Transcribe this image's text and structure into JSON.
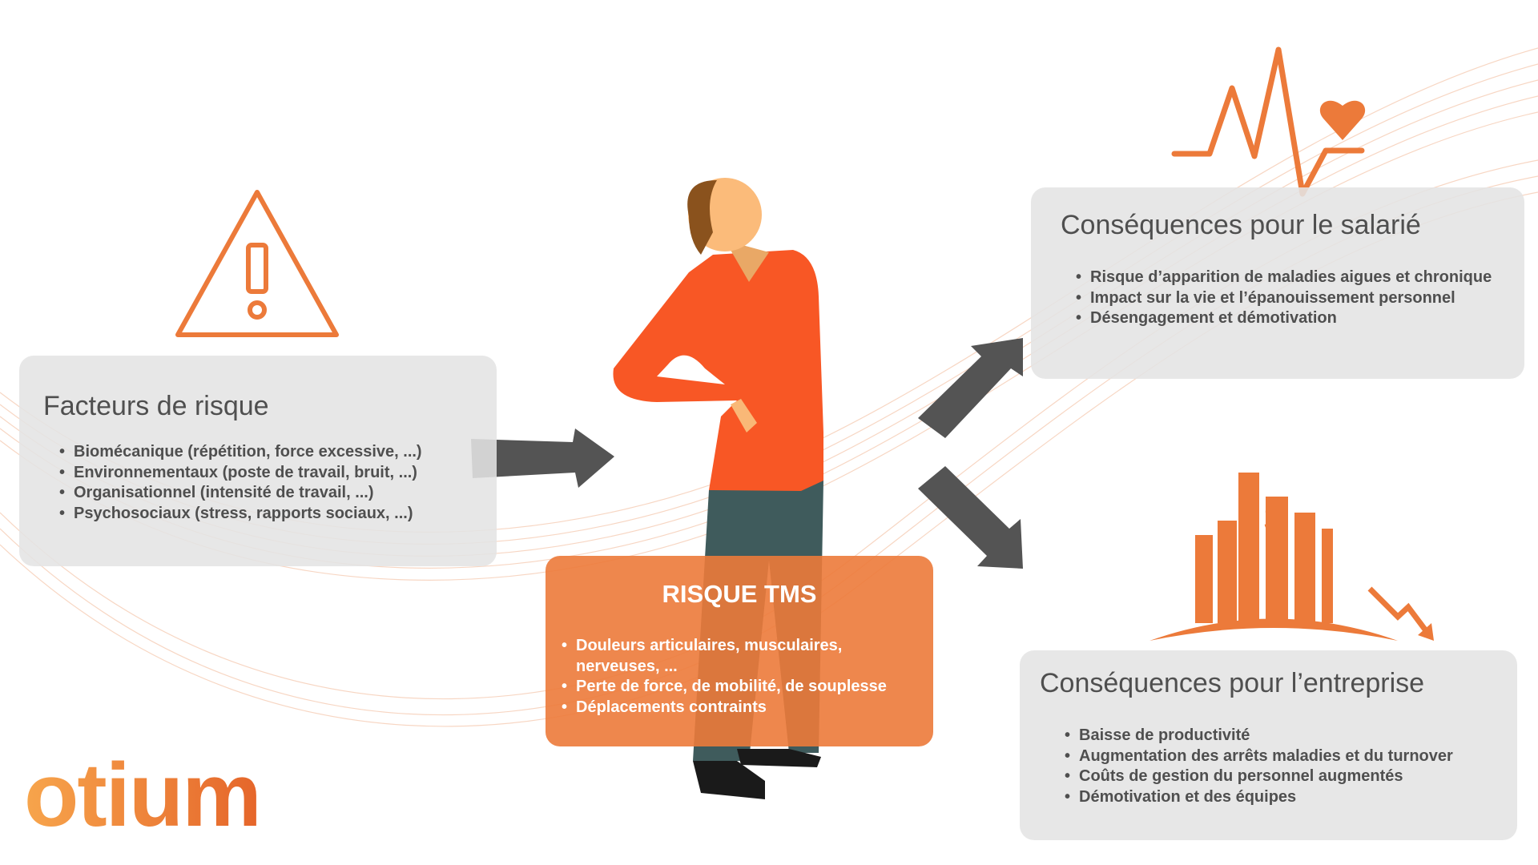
{
  "colors": {
    "accent": "#ec7a3a",
    "box": "#e4e4e4",
    "text": "#4f4f4f",
    "arrow": "#545454",
    "shirt": "#f85725",
    "pants": "#3f5b5c"
  },
  "risk_factors": {
    "title": "Facteurs de risque",
    "icon": "warning-triangle-icon",
    "items": [
      "Biomécanique (répétition, force excessive, ...)",
      "Environnementaux (poste de travail, bruit, ...)",
      "Organisationnel (intensité de travail, ...)",
      "Psychosociaux (stress, rapports sociaux, ...)"
    ]
  },
  "tms": {
    "title": "RISQUE TMS",
    "items": [
      "Douleurs articulaires, musculaires, nerveuses, ...",
      "Perte de force, de mobilité, de souplesse",
      "Déplacements contraints"
    ]
  },
  "employee": {
    "title": "Conséquences pour le salarié",
    "icon": "heartbeat-icon",
    "items": [
      "Risque d’apparition de maladies aigues et chronique",
      "Impact sur la vie et l’épanouissement personnel",
      "Désengagement et démotivation"
    ]
  },
  "company": {
    "title": "Conséquences pour l’entreprise",
    "icon": "city-decline-icon",
    "items": [
      "Baisse de productivité",
      "Augmentation des arrêts maladies et du turnover",
      "Coûts de gestion du personnel augmentés",
      "Démotivation et des équipes"
    ]
  },
  "logo": {
    "text": "otium"
  }
}
